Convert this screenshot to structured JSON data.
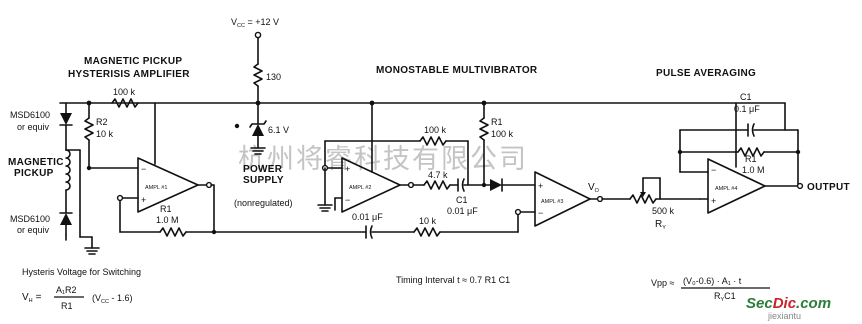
{
  "watermark": "杭州将睿科技有限公司",
  "supply": {
    "vcc": "V",
    "vcc_sub": "CC",
    "vcc_val": " = +12 V",
    "r130": "130",
    "zener": "6.1 V"
  },
  "sections": {
    "pickup_title_1": "MAGNETIC PICKUP",
    "pickup_title_2": "HYSTERISIS AMPLIFIER",
    "mono_title": "MONOSTABLE MULTIVIBRATOR",
    "avg_title": "PULSE AVERAGING",
    "power_1": "POWER",
    "power_2": "SUPPLY",
    "power_3": "(nonregulated)"
  },
  "components": {
    "diode_top_1": "MSD6100",
    "diode_top_2": "or equiv",
    "pickup_1": "MAGNETIC",
    "pickup_2": "PICKUP",
    "diode_bot_1": "MSD6100",
    "diode_bot_2": "or equiv",
    "r_100k_top": "100 k",
    "r2_name": "R2",
    "r2_val": "10 k",
    "r1_name": "R1",
    "r1_val": "1.0 M",
    "ampl1": "AMPL #1",
    "ampl2": "AMPL #2",
    "ampl3": "AMPL #3",
    "ampl4": "AMPL #4",
    "mono_100k": "100 k",
    "mono_r1_name": "R1",
    "mono_r1_val": "100 k",
    "mono_4k7": "4.7 k",
    "mono_c1": "C1",
    "mono_cap_001": "0.01 μF",
    "mono_c1_val": "0.01 μF",
    "mono_10k": "10 k",
    "vo": "V",
    "vo_sub": "O",
    "avg_c1_name": "C1",
    "avg_c1_val": "0.1 μF",
    "avg_r1_name": "R1",
    "avg_r1_val": "1.0 M",
    "pot_val": "500 k",
    "ry": "R",
    "ry_sub": "Y",
    "output": "OUTPUT"
  },
  "formulas": {
    "hyst_caption": "Hysteris Voltage for Switching",
    "vh_lhs": "V",
    "vh_lhs_sub": "H",
    "vh_eq": "=",
    "vh_num": "A₁R2",
    "vh_den": "R1",
    "vh_tail": "(V",
    "vh_tail_sub": "CC",
    "vh_tail_end": " - 1.6)",
    "timing": "Timing Interval  t ≈ 0.7 R1 C1",
    "vpp_lhs": "Vpp ≈",
    "vpp_num": "(V₀-0.6) · A₁ · t",
    "vpp_den": "R",
    "vpp_den_sub": "Y",
    "vpp_den_end": "C1"
  },
  "logo": {
    "part1": "Sec",
    "part2": "Dic",
    "part3": ".com",
    "url": "jiexiantu"
  }
}
